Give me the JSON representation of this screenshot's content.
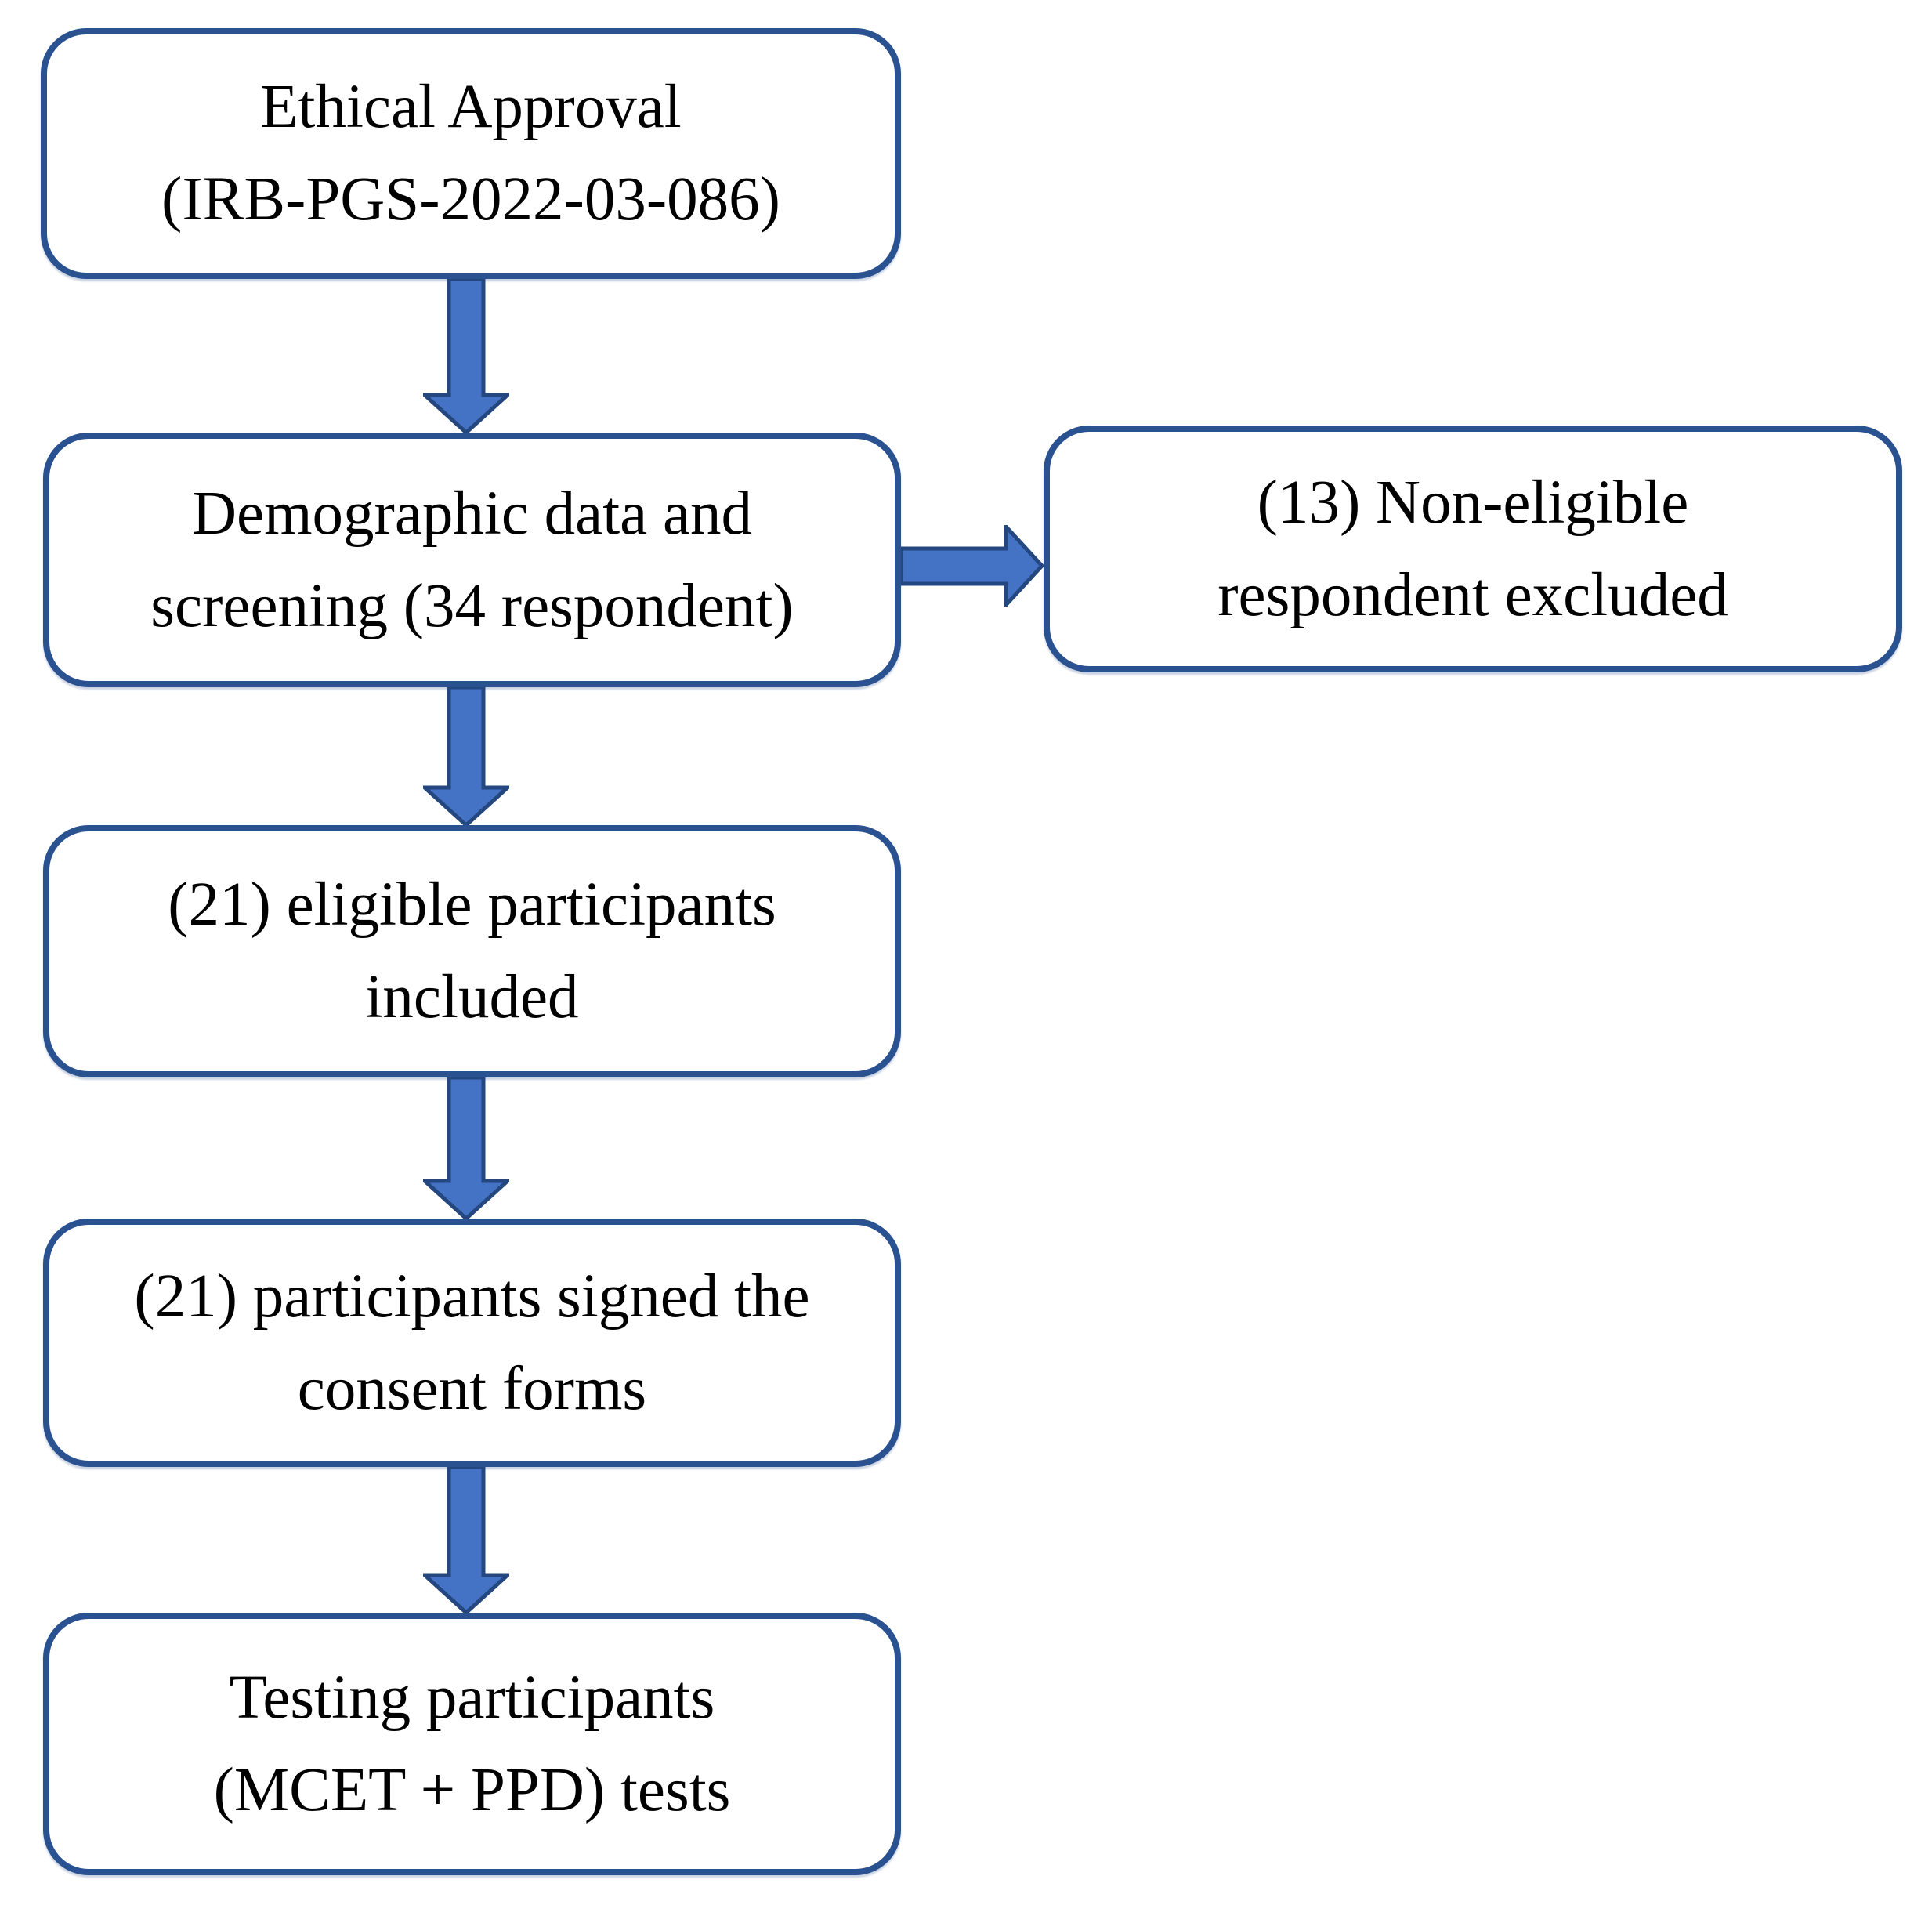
{
  "flowchart": {
    "boxes": [
      {
        "name": "ethical-approval",
        "line1": "Ethical Approval",
        "line2": "(IRB-PGS-2022-03-086)"
      },
      {
        "name": "demographic-screening",
        "line1": "Demographic data and",
        "line2": "screening (34 respondent)"
      },
      {
        "name": "eligible-participants",
        "line1": "(21) eligible participants",
        "line2": "included"
      },
      {
        "name": "signed-consent",
        "line1": "(21) participants signed the",
        "line2": "consent forms"
      },
      {
        "name": "testing-participants",
        "line1": "Testing participants",
        "line2": "(MCET + PPD) tests"
      },
      {
        "name": "non-eligible-excluded",
        "line1": "(13) Non-eligible",
        "line2": "respondent excluded"
      }
    ],
    "arrows": [
      {
        "name": "arrow-down-1",
        "direction": "down",
        "from": "ethical-approval",
        "to": "demographic-screening"
      },
      {
        "name": "arrow-right-1",
        "direction": "right",
        "from": "demographic-screening",
        "to": "non-eligible-excluded"
      },
      {
        "name": "arrow-down-2",
        "direction": "down",
        "from": "demographic-screening",
        "to": "eligible-participants"
      },
      {
        "name": "arrow-down-3",
        "direction": "down",
        "from": "eligible-participants",
        "to": "signed-consent"
      },
      {
        "name": "arrow-down-4",
        "direction": "down",
        "from": "signed-consent",
        "to": "testing-participants"
      }
    ],
    "colors": {
      "background": "#FFFFFF",
      "box_border": "#2A5190",
      "arrow_fill": "#4472C4",
      "arrow_outline": "#24477F",
      "text": "#000000"
    }
  }
}
